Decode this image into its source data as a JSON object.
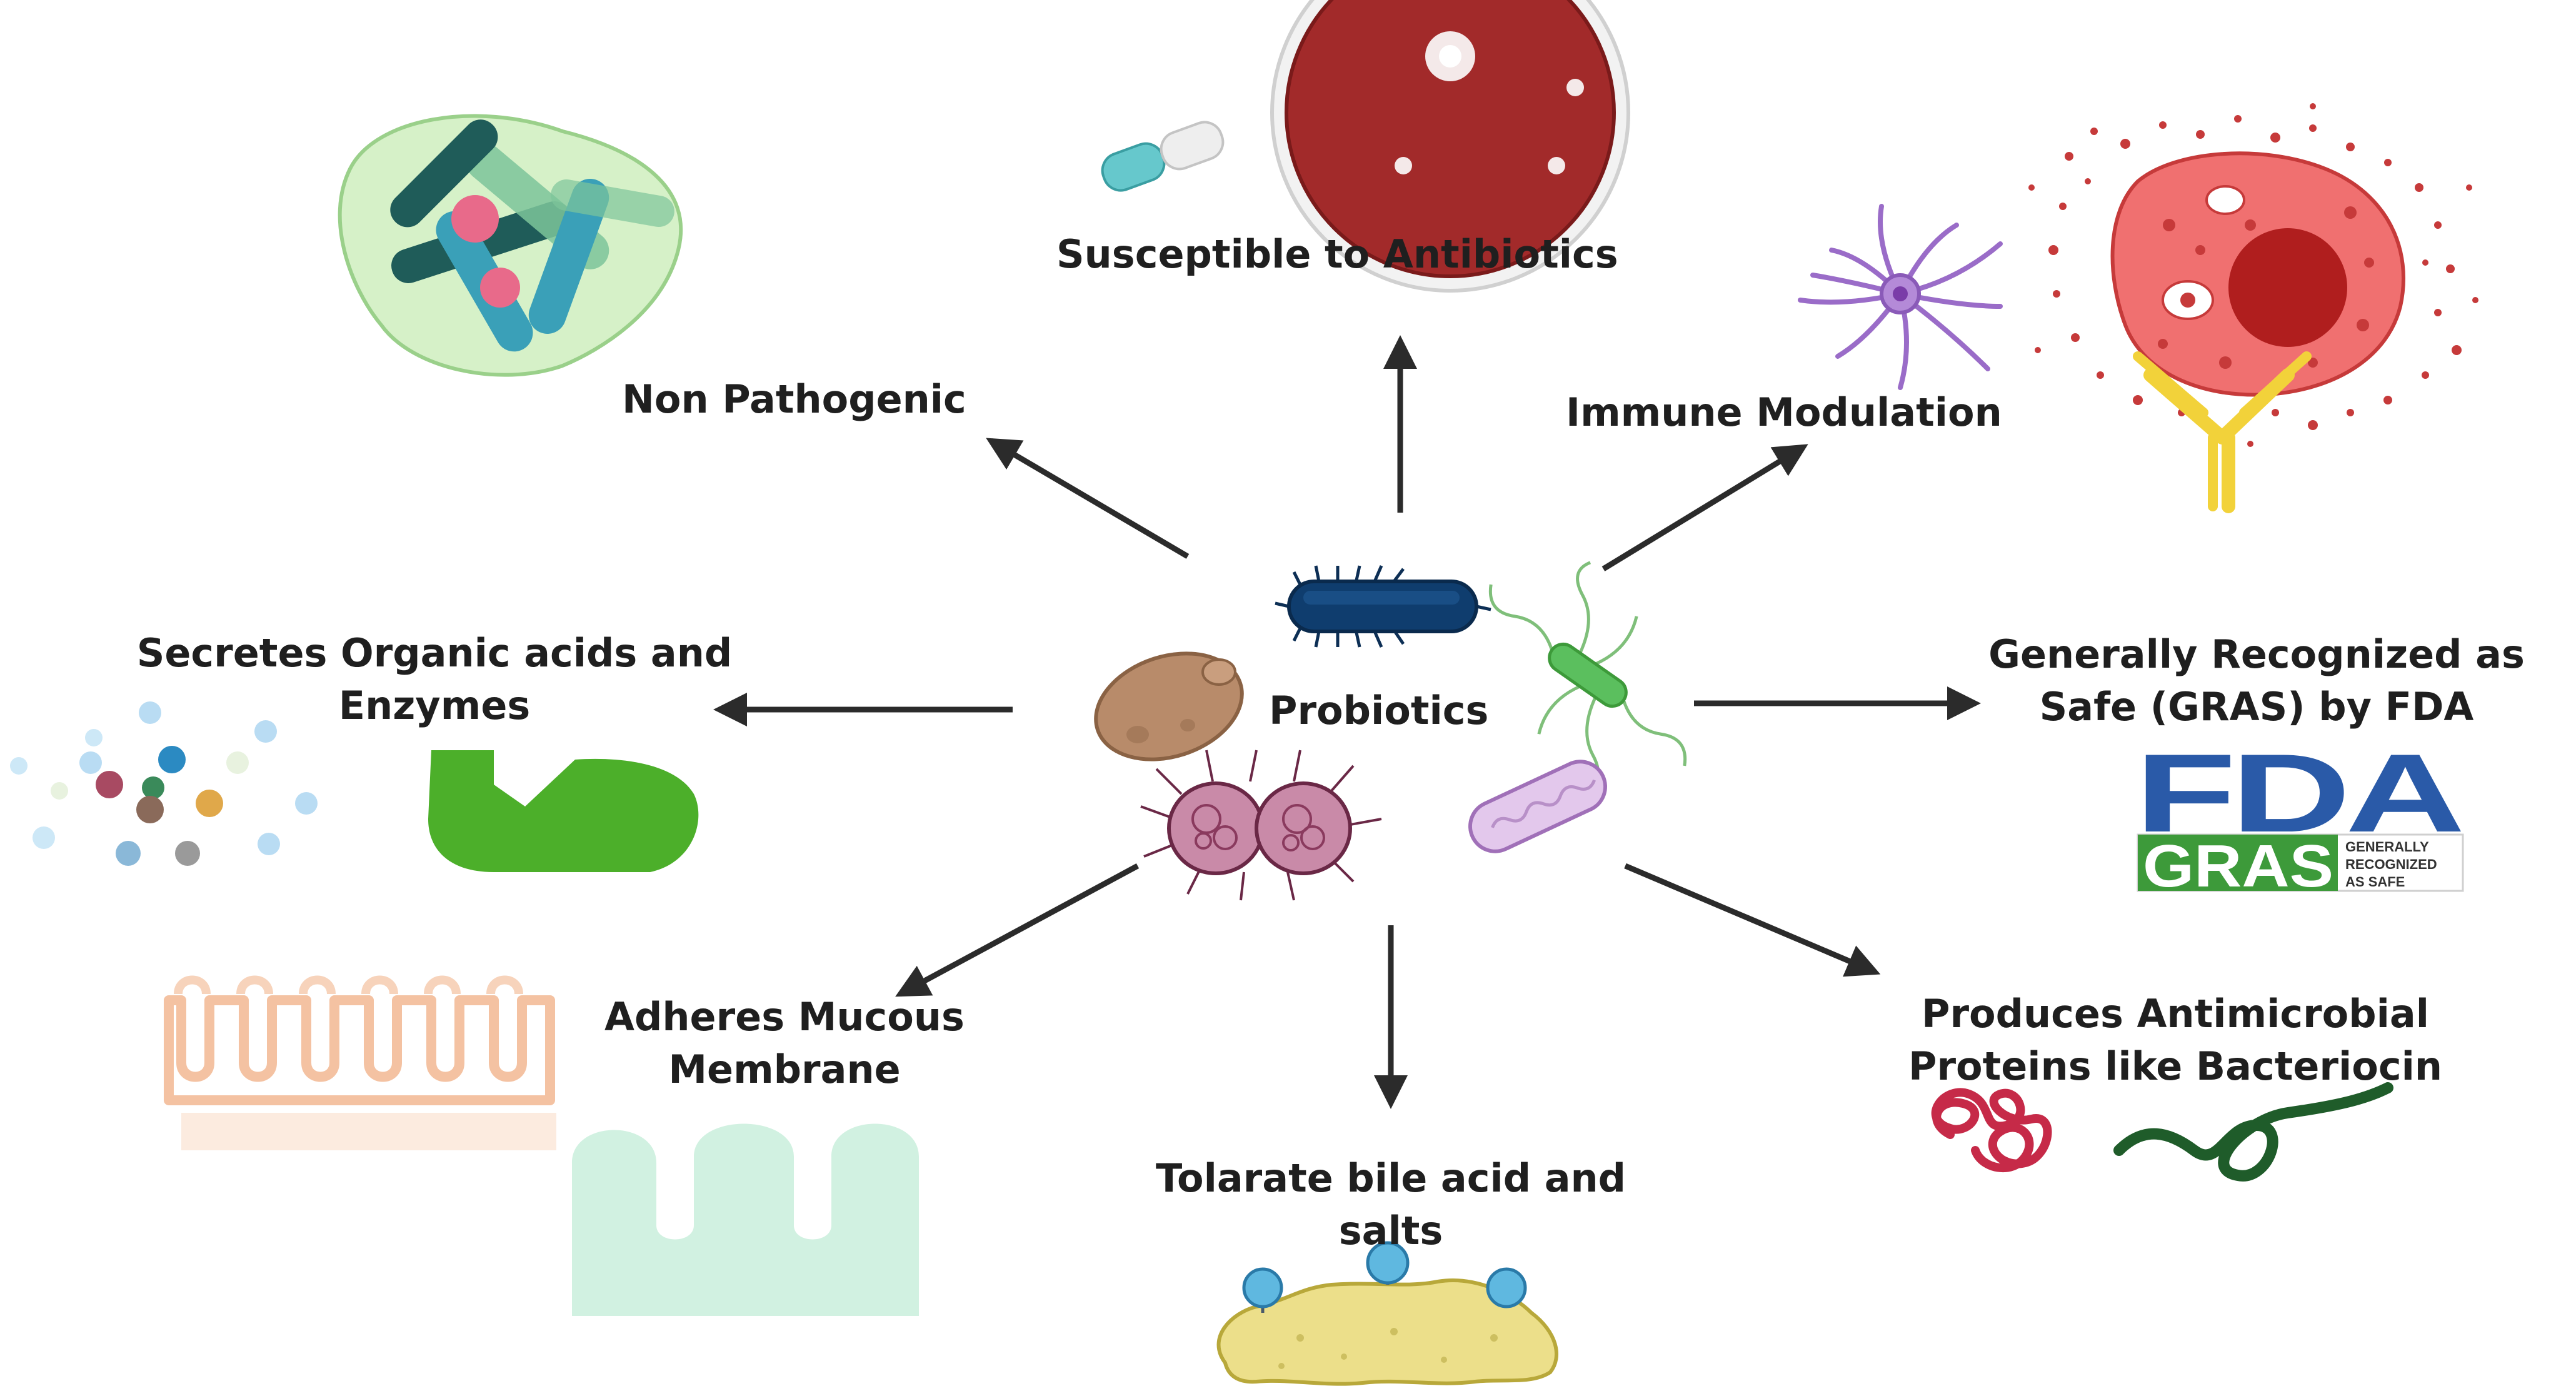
{
  "center": {
    "label": "Probiotics"
  },
  "properties": [
    {
      "id": "antibiotics",
      "lines": [
        "Susceptible to Antibiotics"
      ]
    },
    {
      "id": "non-pathogenic",
      "lines": [
        "Non Pathogenic"
      ]
    },
    {
      "id": "immune",
      "lines": [
        "Immune Modulation"
      ]
    },
    {
      "id": "organic-acids",
      "lines": [
        "Secretes Organic acids and",
        "Enzymes"
      ]
    },
    {
      "id": "gras",
      "lines": [
        "Generally Recognized as",
        "Safe (GRAS) by FDA"
      ]
    },
    {
      "id": "mucous",
      "lines": [
        "Adheres Mucous",
        "Membrane"
      ]
    },
    {
      "id": "bile",
      "lines": [
        "Tolarate bile acid and",
        "salts"
      ]
    },
    {
      "id": "antimicrobial",
      "lines": [
        "Produces Antimicrobial",
        "Proteins like Bacteriocin"
      ]
    }
  ],
  "fda_logo": {
    "top": "FDA",
    "bottom": "GRAS",
    "tagline": [
      "GENERALLY",
      "RECOGNIZED",
      "AS SAFE"
    ]
  },
  "colors": {
    "arrow": "#2b2b2b",
    "fda_blue": "#2a5aa8",
    "gras_green": "#3d9a3a",
    "enzyme_green": "#4caf2a",
    "petri_red": "#a22a2a",
    "immune_purple": "#9a6cc8",
    "antibody_yellow": "#f2d23a",
    "bile_yellow": "#ecdf8a",
    "bile_blue": "#5fb8e0",
    "mucosa_peach": "#f7cfb3",
    "mucosa_mint": "#c9eedc"
  }
}
